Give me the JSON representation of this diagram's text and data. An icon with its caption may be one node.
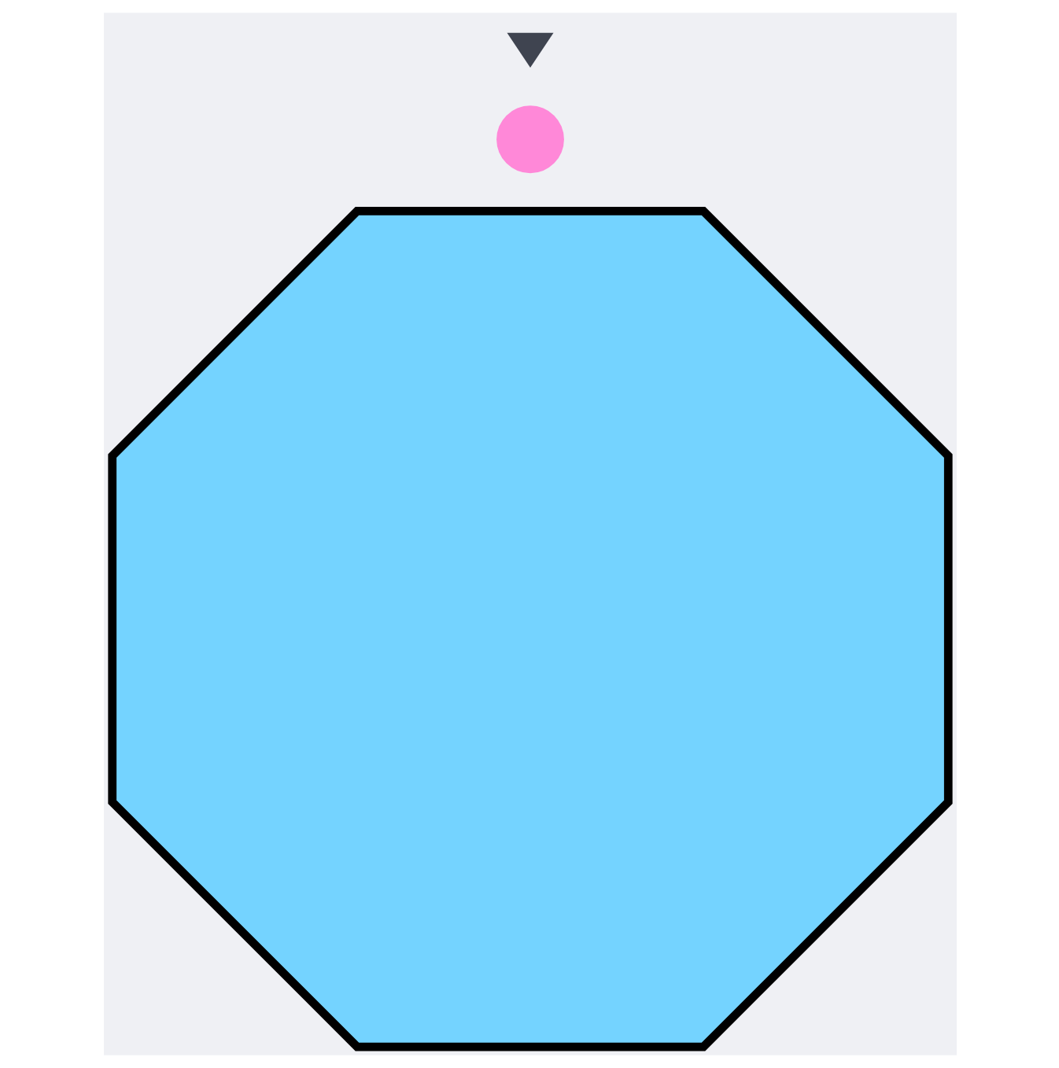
{
  "diagram": {
    "nodes": [
      {
        "text": [],
        "shape": "octagon"
      },
      {
        "text": [],
        "shape": "circle"
      },
      {
        "text": [],
        "shape": "triangle"
      }
    ]
  }
}
